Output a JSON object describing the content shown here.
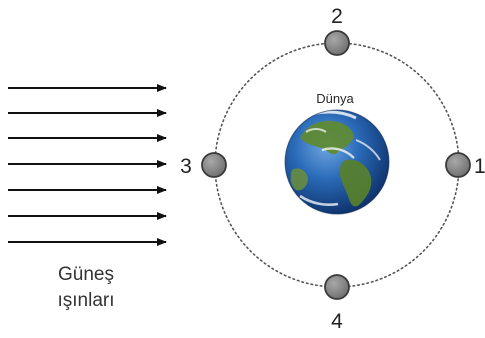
{
  "earth_label": "Dünya",
  "sun_rays_label": {
    "line1": "Güneş",
    "line2": "ışınları"
  },
  "moon_positions": [
    {
      "label": "1"
    },
    {
      "label": "2"
    },
    {
      "label": "3"
    },
    {
      "label": "4"
    }
  ],
  "colors": {
    "moon_fill": "#8a8a8a",
    "moon_stroke": "#3a3a3a",
    "orbit": "#555555",
    "arrows": "#111111",
    "ocean": "#1e5fa8",
    "land": "#4f7d2c"
  }
}
